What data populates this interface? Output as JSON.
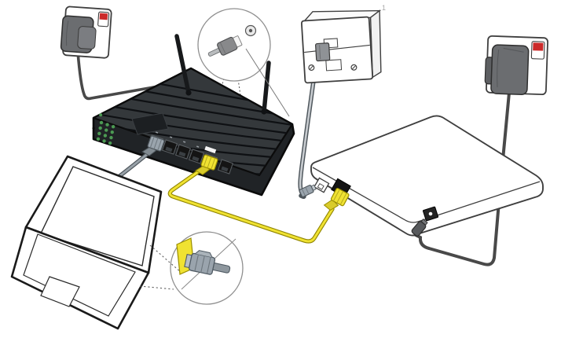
{
  "figure": {
    "number": "1"
  },
  "colors": {
    "background": "#ffffff",
    "line": "#3a3a3a",
    "router_body": "#202326",
    "router_top": "#34383b",
    "router_rib": "#0e1013",
    "led_green": "#4c9a53",
    "cable_yellow": "#f0e232",
    "cable_yellow_edge": "#8f8400",
    "cable_power": "#494949",
    "cable_eth_grey": "#98a1a8",
    "cable_eth_edge": "#4d555b",
    "connector_grey": "#9aa4ad",
    "adapter_grey": "#6b6d70",
    "switch_red": "#cc2a2a",
    "device_white": "#ffffff",
    "callout_stroke": "#8f8f8f",
    "dashed_line": "#606060"
  },
  "components": [
    {
      "id": "left-power-socket",
      "name": "wall power socket with red rocker switch"
    },
    {
      "id": "router-power-adapter",
      "name": "router power adapter plugged into left socket"
    },
    {
      "id": "router",
      "name": "wireless router with two antennas, green status LEDs, LAN ports and WAN port"
    },
    {
      "id": "power-plug-callout",
      "name": "magnified view of DC power plug and power inlet"
    },
    {
      "id": "phone-wall-socket",
      "name": "telephone master wall socket with cable plugged in"
    },
    {
      "id": "phone-cable",
      "name": "grey telephone cable from wall socket to modem"
    },
    {
      "id": "modem",
      "name": "white broadband modem"
    },
    {
      "id": "yellow-ethernet-cable",
      "name": "yellow Ethernet cable linking modem to router WAN port"
    },
    {
      "id": "grey-ethernet-cable",
      "name": "grey Ethernet cable from router LAN port 1 to laptop"
    },
    {
      "id": "laptop",
      "name": "laptop computer"
    },
    {
      "id": "ethernet-plug-callout",
      "name": "magnified view of Ethernet plug and yellow port"
    },
    {
      "id": "modem-power-adapter",
      "name": "modem power adapter plugged into right socket"
    },
    {
      "id": "right-power-socket",
      "name": "wall power socket with red rocker switch"
    }
  ]
}
